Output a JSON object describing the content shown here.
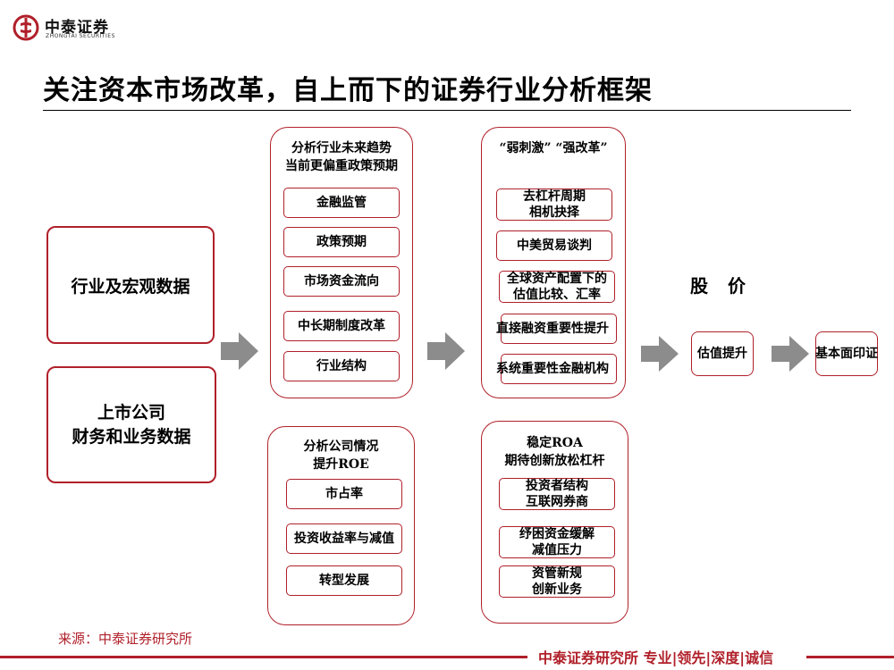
{
  "logo": {
    "name": "中泰证券",
    "english": "ZHONGTAI SECURITIES"
  },
  "title": "关注资本市场改革，自上而下的证券行业分析框架",
  "colors": {
    "accent": "#b0202a",
    "arrow": "#8c8c8c"
  },
  "inputs": {
    "industry": "行业及宏观数据",
    "company_line1": "上市公司",
    "company_line2": "财务和业务数据"
  },
  "industry_panel": {
    "heading_line1": "分析行业未来趋势",
    "heading_line2": "当前更偏重政策预期",
    "items": [
      "金融监管",
      "政策预期",
      "市场资金流向",
      "中长期制度改革",
      "行业结构"
    ]
  },
  "company_panel": {
    "heading_line1": "分析公司情况",
    "heading_line2": "提升ROE",
    "items": [
      "市占率",
      "投资收益率与减值",
      "转型发展"
    ]
  },
  "reform_panel": {
    "heading": "“弱刺激” “强改革”",
    "items": [
      {
        "line1": "去杠杆周期",
        "line2": "相机抉择"
      },
      {
        "line1": "中美贸易谈判",
        "line2": ""
      },
      {
        "line1": "全球资产配置下的",
        "line2": "估值比较、汇率"
      },
      {
        "line1": "直接融资重要性提升",
        "line2": ""
      },
      {
        "line1": "系统重要性金融机构",
        "line2": ""
      }
    ]
  },
  "roa_panel": {
    "heading_line1": "稳定ROA",
    "heading_line2": "期待创新放松杠杆",
    "items": [
      {
        "line1": "投资者结构",
        "line2": "互联网券商"
      },
      {
        "line1": "纾困资金缓解",
        "line2": "减值压力"
      },
      {
        "line1": "资管新规",
        "line2": "创新业务"
      }
    ]
  },
  "price": {
    "label": "股　价",
    "valuation": "估值提升",
    "fundamental": "基本面印证"
  },
  "footer": {
    "source": "来源：中泰证券研究所",
    "slogan": "中泰证券研究所 专业|领先|深度|诚信"
  }
}
